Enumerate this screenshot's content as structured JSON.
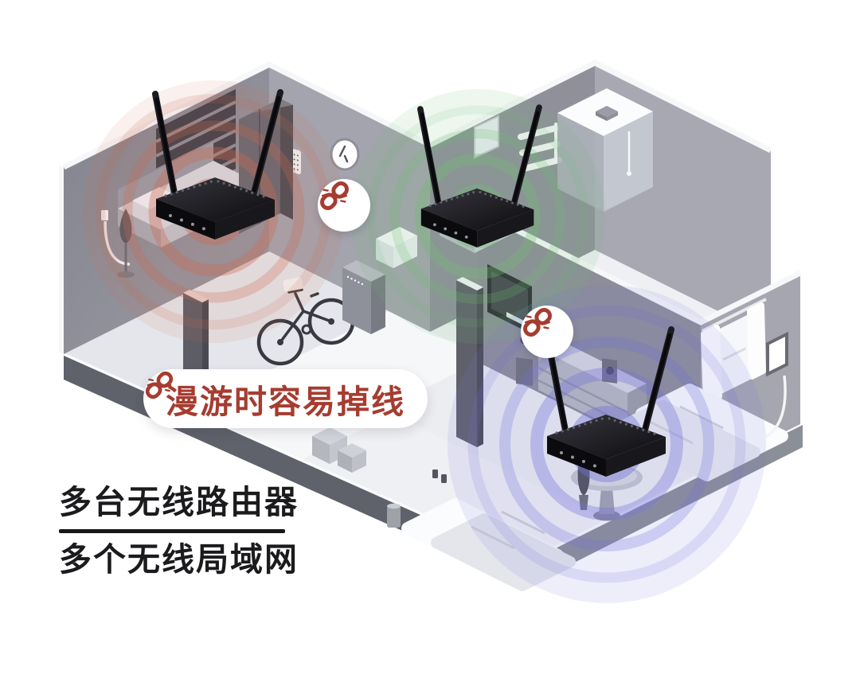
{
  "page": {
    "background": "#ffffff"
  },
  "diagram": {
    "kind": "isometric-home-wifi-coverage-illustration",
    "caption": {
      "line1": "多台无线路由器",
      "line2": "多个无线局域网",
      "color": "#1b1b1e"
    },
    "callout": {
      "icon": "broken-link-icon",
      "label": "漫游时容易掉线",
      "color": "#a63c30",
      "background": "#ffffff"
    },
    "break_badges": [
      {
        "icon": "broken-link-icon",
        "between": [
          "bedroom",
          "bathroom"
        ]
      },
      {
        "icon": "broken-link-icon",
        "between": [
          "bathroom",
          "living-room"
        ]
      }
    ],
    "routers": [
      {
        "label": "wireless-router",
        "room": "bedroom",
        "coverage_color": "#d0684f"
      },
      {
        "label": "wireless-router",
        "room": "bathroom",
        "coverage_color": "#6fbe70"
      },
      {
        "label": "wireless-router",
        "room": "living-room",
        "coverage_color": "#7472da"
      }
    ],
    "accent_red": "#a63c30",
    "router_color": "#121216"
  }
}
